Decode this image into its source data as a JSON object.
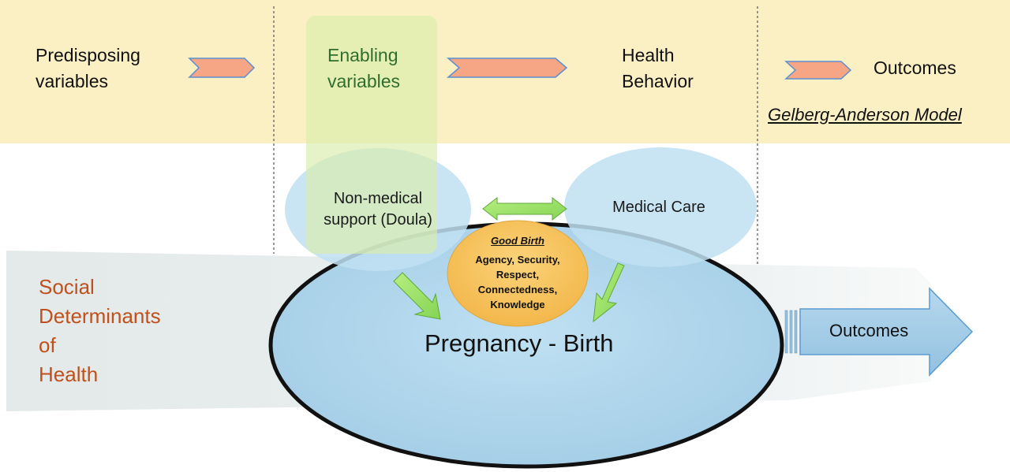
{
  "header": {
    "predisposing": [
      "Predisposing",
      "variables"
    ],
    "enabling": [
      "Enabling",
      "variables"
    ],
    "health_behavior": [
      "Health",
      "Behavior"
    ],
    "outcomes": "Outcomes",
    "model_name": "Gelberg-Anderson Model"
  },
  "social_determinants": [
    "Social",
    "Determinants",
    "of",
    "Health"
  ],
  "non_medical_support": [
    "Non-medical",
    "support (Doula)"
  ],
  "medical_care": "Medical Care",
  "good_birth": {
    "title": "Good Birth",
    "items": [
      "Agency, Security,",
      "Respect,",
      "Connectedness,",
      "Knowledge"
    ]
  },
  "pregnancy_birth": "Pregnancy - Birth",
  "outcomes_arrow": "Outcomes",
  "colors": {
    "header_band": "#fbf0c4",
    "enabling_highlight": "#d8ecaa",
    "chevron_fill": "#f6a684",
    "chevron_stroke": "#5b8fd0",
    "oval_fill": "#bfe0f2",
    "pregnancy_fill": "#a9d3ec",
    "pregnancy_stroke": "#111111",
    "good_birth_fill": "#f7c25a",
    "green_arrow": "#9ce16a",
    "sdoh_text": "#c0501c",
    "grey_band": "#e7ecec",
    "outcomes_arrow_fill": "#a6cde6"
  }
}
